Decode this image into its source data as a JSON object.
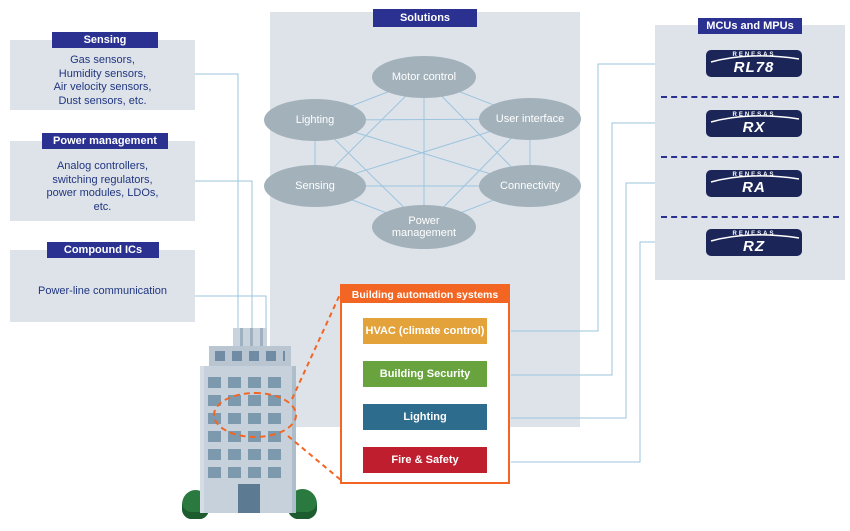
{
  "left_panels": [
    {
      "title": "Sensing",
      "body": "Gas sensors,\nHumidity sensors,\nAir velocity sensors,\nDust sensors, etc."
    },
    {
      "title": "Power management",
      "body": "Analog controllers,\nswitching regulators,\npower modules, LDOs,\netc."
    },
    {
      "title": "Compound ICs",
      "body": "Power-line communication"
    }
  ],
  "solutions": {
    "title": "Solutions",
    "nodes": [
      {
        "label": "Motor control"
      },
      {
        "label": "Lighting"
      },
      {
        "label": "User interface"
      },
      {
        "label": "Sensing"
      },
      {
        "label": "Connectivity"
      },
      {
        "label": "Power management"
      }
    ]
  },
  "building_automation": {
    "title": "Building automation systems",
    "systems": [
      {
        "label": "HVAC (climate control)",
        "color": "#e3a33a"
      },
      {
        "label": "Building Security",
        "color": "#68a33e"
      },
      {
        "label": "Lighting",
        "color": "#2d6c8c"
      },
      {
        "label": "Fire & Safety",
        "color": "#bf1e2e"
      }
    ]
  },
  "mcus": {
    "title": "MCUs and MPUs",
    "chips": [
      {
        "brand": "RENESAS",
        "model": "RL78"
      },
      {
        "brand": "RENESAS",
        "model": "RX"
      },
      {
        "brand": "RENESAS",
        "model": "RA"
      },
      {
        "brand": "RENESAS",
        "model": "RZ"
      }
    ]
  },
  "colors": {
    "header_navy": "#2a3190",
    "panel_gray": "#dee3ea",
    "node_gray": "#a2b1ba",
    "connector_blue": "#9cc4de",
    "accent_orange": "#f26522",
    "hvac_yellow": "#e3a33a",
    "security_green": "#68a33e",
    "lighting_teal": "#2d6c8c",
    "fire_red": "#bf1e2e",
    "chip_navy": "#1b2558"
  }
}
